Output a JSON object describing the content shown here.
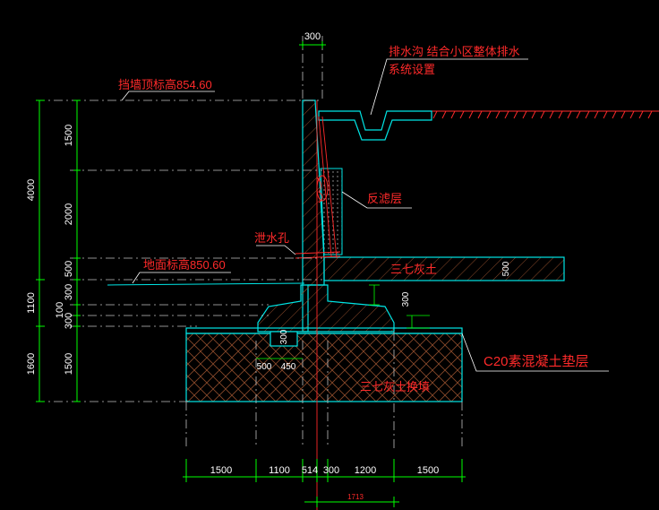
{
  "labels": {
    "wall_top_elevation": "挡墙顶标高854.60",
    "ground_elevation": "地面标高850.60",
    "drain_ditch_line1": "排水沟 结合小区整体排水",
    "drain_ditch_line2": "系统设置",
    "filter_layer": "反滤层",
    "weep_hole": "泄水孔",
    "lime_soil_layer": "三七灰土",
    "lime_soil_foundation": "三七灰土换填",
    "concrete_cushion": "C20素混凝土垫层"
  },
  "dimensions": {
    "top": "300",
    "left_outer": [
      "4000",
      "1100",
      "1600"
    ],
    "left_inner": [
      "1500",
      "2000",
      "500",
      "300",
      "100",
      "300",
      "1500"
    ],
    "bottom": [
      "1500",
      "1100",
      "514",
      "300",
      "1200",
      "1500"
    ],
    "bottom_total": "1713",
    "interior": [
      "300",
      "500",
      "450",
      "300",
      "500"
    ]
  },
  "colors": {
    "background": "#000000",
    "outline": "#00e5e5",
    "dimension": "#00ff00",
    "text": "#ffffff",
    "annotation": "#ff2a2a",
    "hatch": "#c96a3a"
  }
}
